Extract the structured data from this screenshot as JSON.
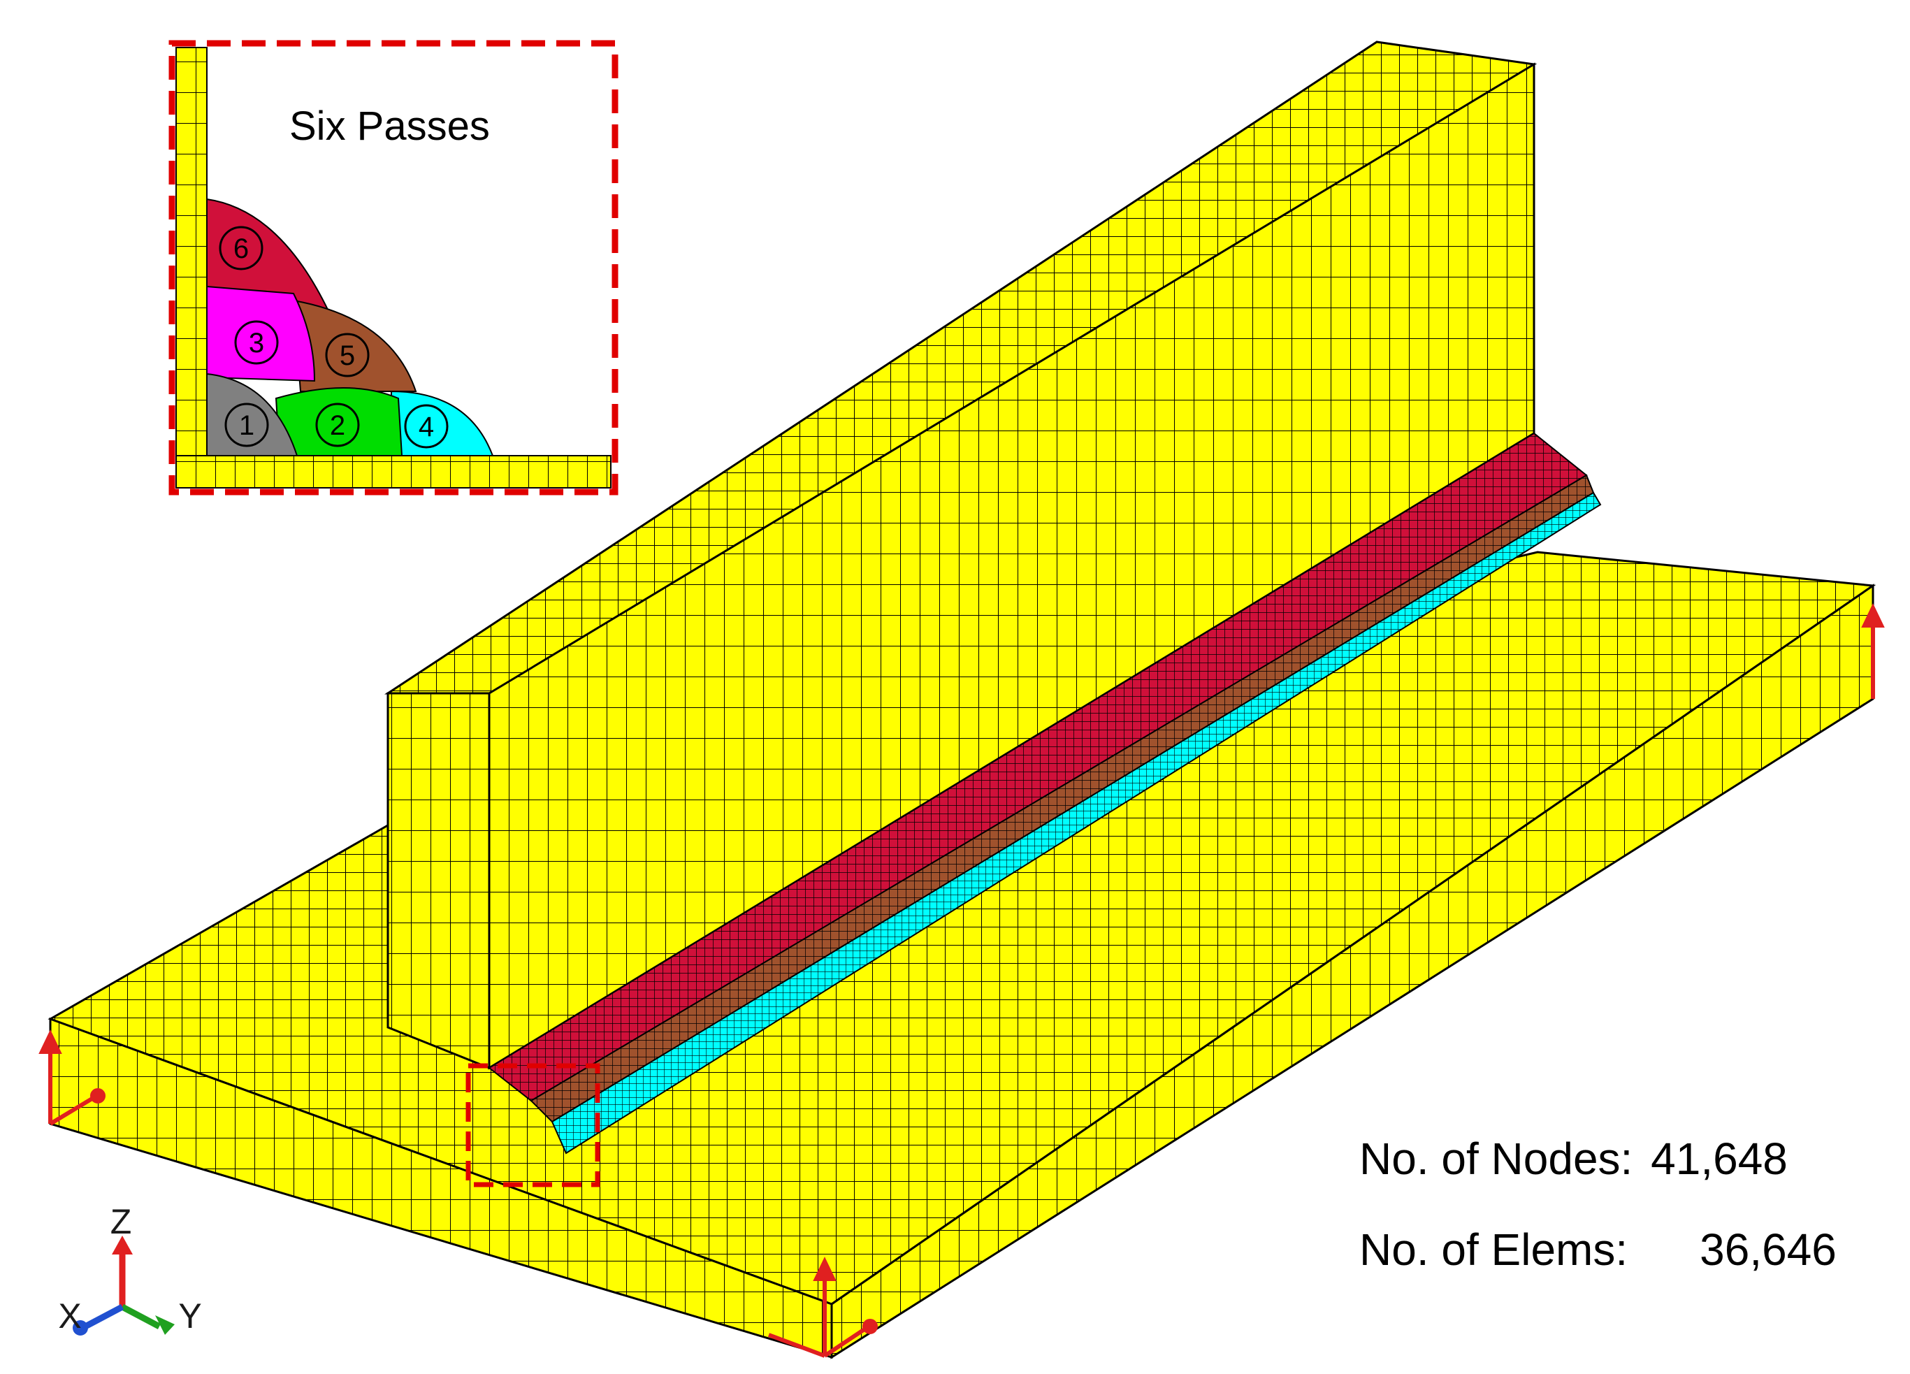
{
  "inset": {
    "title": "Six Passes",
    "passes": [
      "1",
      "2",
      "3",
      "4",
      "5",
      "6"
    ]
  },
  "stats": {
    "nodes_label": "No. of Nodes:",
    "nodes_value": "41,648",
    "elems_label": "No. of Elems:",
    "elems_value": "36,646"
  },
  "triad": {
    "z": "Z",
    "x": "X",
    "y": "Y"
  },
  "colors": {
    "mesh": "#ffff00",
    "mesh_line": "#000000",
    "pass1": "#808080",
    "pass2": "#00dd00",
    "pass3": "#ff00ff",
    "pass4": "#00ffff",
    "pass5": "#a0522d",
    "pass6": "#d0103a",
    "highlight": "#e00000",
    "bc_arrow": "#e02020"
  }
}
